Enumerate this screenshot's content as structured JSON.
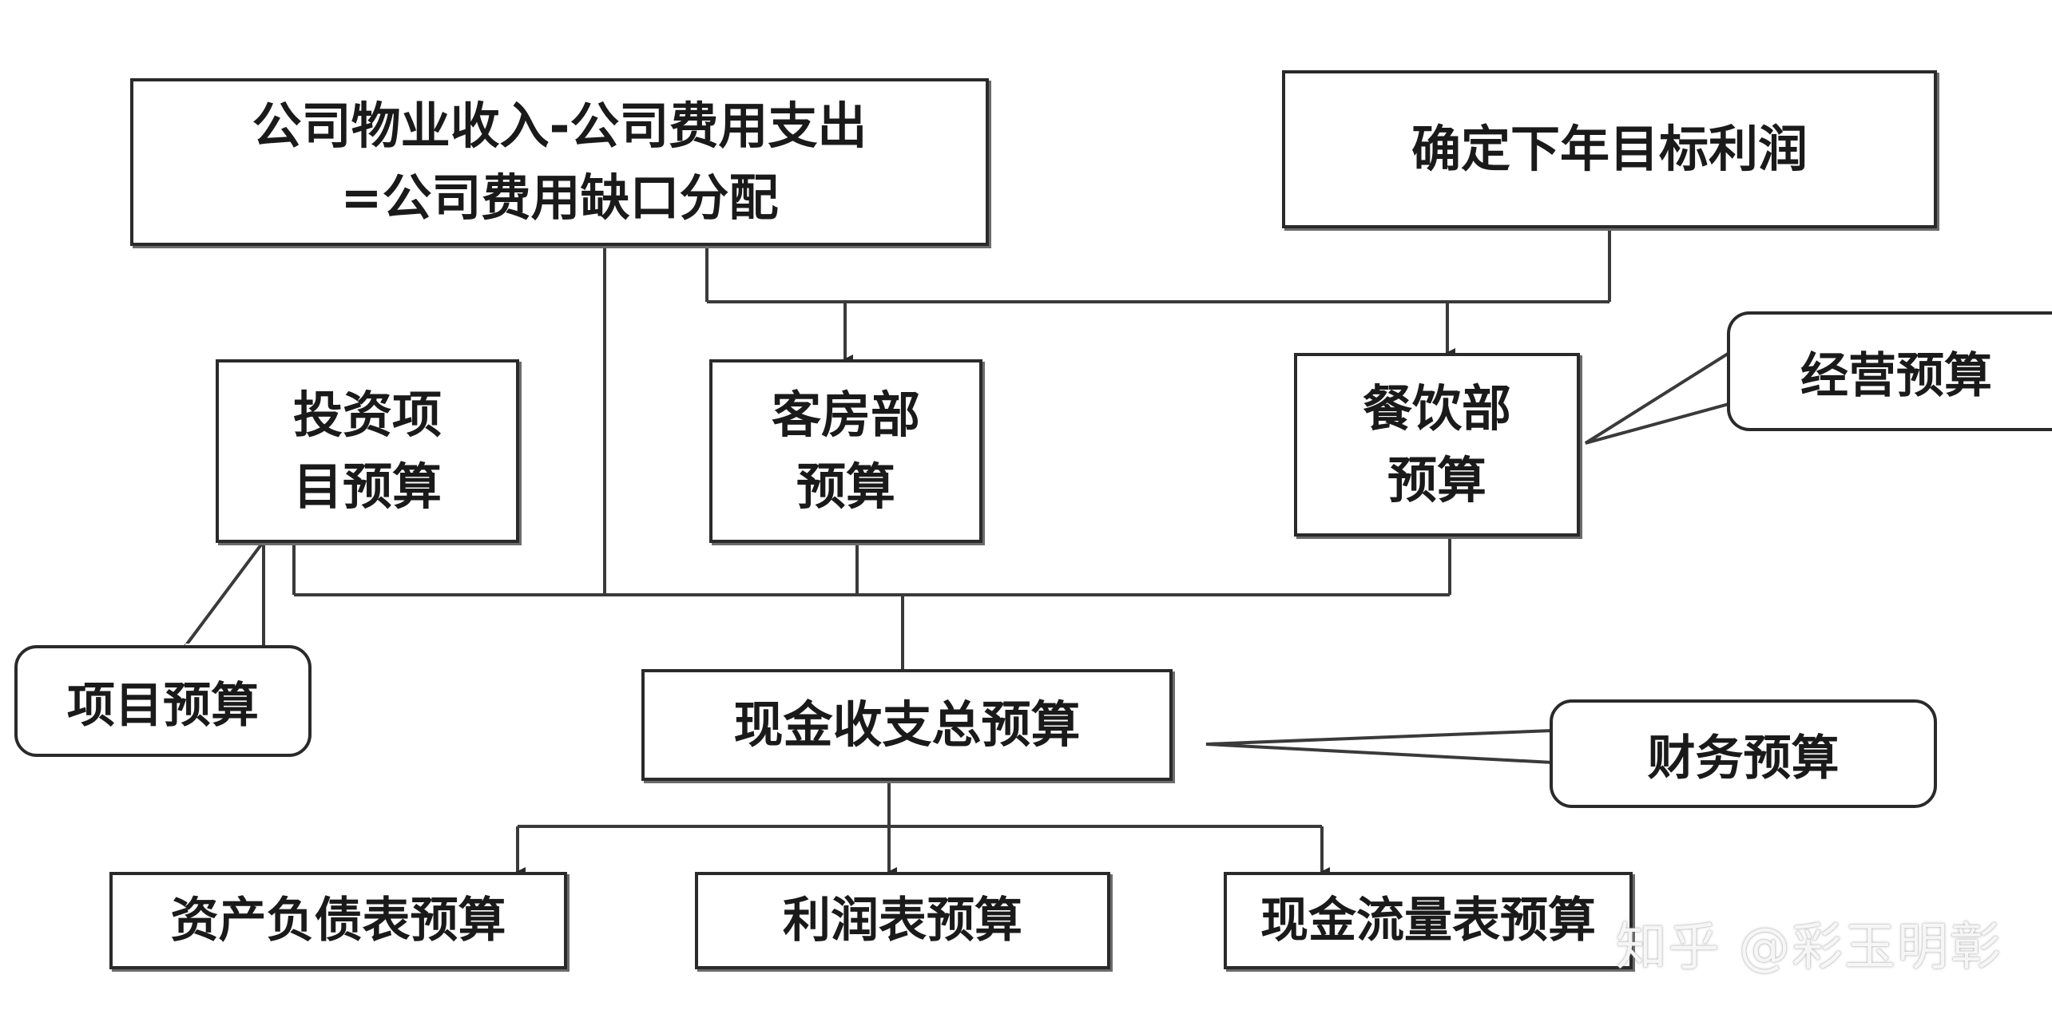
{
  "boxes": {
    "revenue": {
      "line1": "公司物业收入-公司费用支出",
      "line2": "=公司费用缺口分配"
    },
    "target": {
      "line1": "确定下年目标利润"
    },
    "invest": {
      "line1": "投资项",
      "line2": "目预算"
    },
    "rooms": {
      "line1": "客房部",
      "line2": "预算"
    },
    "fnb": {
      "line1": "餐饮部",
      "line2": "预算"
    },
    "cash": {
      "line1": "现金收支总预算"
    },
    "balance": {
      "line1": "资产负债表预算"
    },
    "income": {
      "line1": "利润表预算"
    },
    "cashflow": {
      "line1": "现金流量表预算"
    }
  },
  "callouts": {
    "project": "项目预算",
    "operating": "经营预算",
    "financial": "财务预算"
  },
  "watermark": "知乎 @彩玉明彰"
}
